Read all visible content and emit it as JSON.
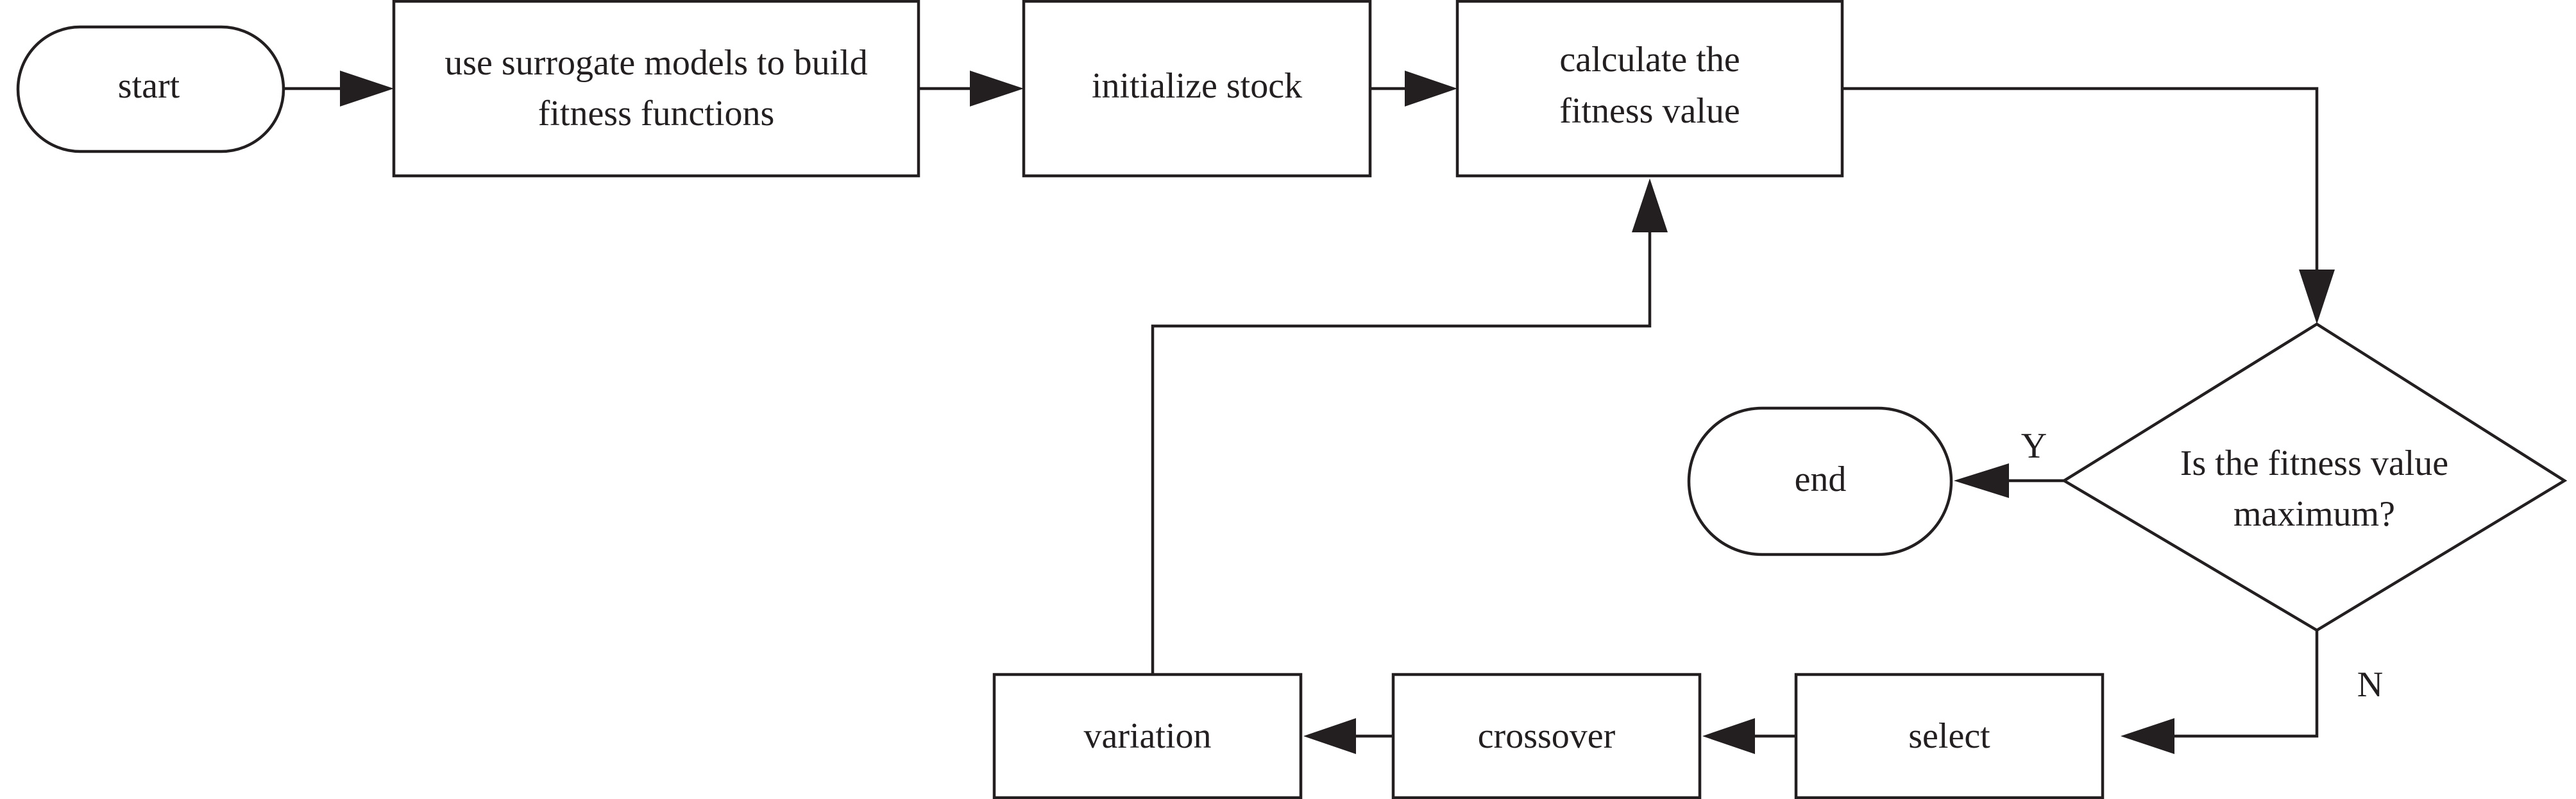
{
  "nodes": {
    "start": "start",
    "build": [
      "use surrogate models to build",
      "fitness functions"
    ],
    "initialize": "initialize stock",
    "calculate": [
      "calculate the",
      "fitness value"
    ],
    "decision": [
      "Is the fitness value",
      "maximum?"
    ],
    "end": "end",
    "select": "select",
    "crossover": "crossover",
    "variation": "variation"
  },
  "edges": {
    "yes_label": "Y",
    "no_label": "N"
  },
  "colors": {
    "stroke": "#231f20",
    "fill": "#ffffff"
  }
}
